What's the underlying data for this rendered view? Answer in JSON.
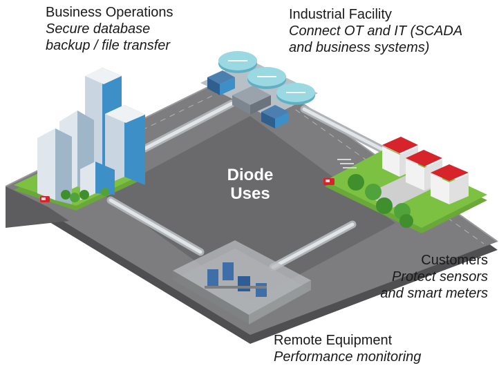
{
  "center": {
    "line1": "Diode",
    "line2": "Uses"
  },
  "nodes": {
    "business": {
      "title": "Business Operations",
      "subtitle_line1": "Secure database",
      "subtitle_line2": "backup / file transfer"
    },
    "industrial": {
      "title": "Industrial Facility",
      "subtitle_line1": "Connect OT and IT (SCADA",
      "subtitle_line2": "and business systems)"
    },
    "customers": {
      "title": "Customers",
      "subtitle_line1": "Protect sensors",
      "subtitle_line2": "and smart meters"
    },
    "remote": {
      "title": "Remote Equipment",
      "subtitle_line1": "Performance monitoring"
    }
  },
  "colors": {
    "road": "#6e6e70",
    "road_top": "#8a8a8c",
    "asphalt_inner": "#6b6b6d",
    "grass": "#7cc142",
    "pipe": "#cfd3d6",
    "roof_red": "#d7232a",
    "glass_blue": "#3d8fc7",
    "tank_teal": "#8fd3dc",
    "vehicle_red": "#d9222a"
  },
  "icons": [
    "office-towers-icon",
    "water-treatment-tanks-icon",
    "houses-icon",
    "trees-icon",
    "remote-equipment-enclosure-icon",
    "car-icon"
  ]
}
